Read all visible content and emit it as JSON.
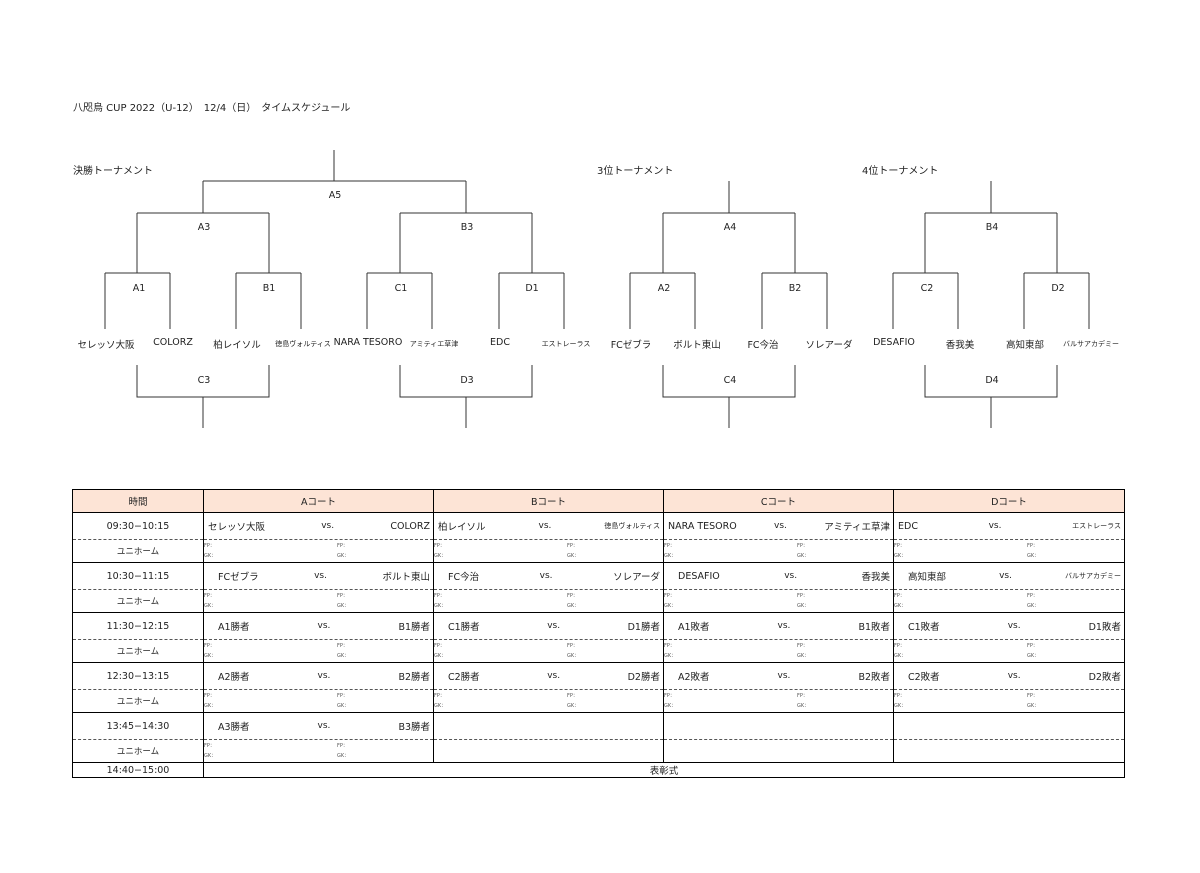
{
  "title": "八咫烏 CUP 2022（U-12）　12/4（日）　タイムスケジュール",
  "sections": {
    "final": "決勝トーナメント",
    "third": "3位トーナメント",
    "fourth": "4位トーナメント"
  },
  "bracket_labels": {
    "A5": "A5",
    "A3": "A3",
    "B3": "B3",
    "A4": "A4",
    "B4": "B4",
    "A1": "A1",
    "B1": "B1",
    "C1": "C1",
    "D1": "D1",
    "A2": "A2",
    "B2": "B2",
    "C2": "C2",
    "D2": "D2",
    "C3": "C3",
    "D3": "D3",
    "C4": "C4",
    "D4": "D4"
  },
  "teams": [
    "セレッソ大阪",
    "COLORZ",
    "柏レイソル",
    "徳島ヴォルティス",
    "NARA TESORO",
    "アミティエ草津",
    "EDC",
    "エストレーラス",
    "FCゼブラ",
    "ボルト東山",
    "FC今治",
    "ソレアーダ",
    "DESAFIO",
    "香我美",
    "高知東部",
    "バルサアカデミー"
  ],
  "table": {
    "headers": [
      "時間",
      "Aコート",
      "Bコート",
      "Cコート",
      "Dコート"
    ],
    "vs": "vs.",
    "uniform_label": "ユニホーム",
    "fp": "FP：",
    "gk": "GK：",
    "rows": [
      {
        "time": "09:30−10:15",
        "matches": [
          {
            "home": "セレッソ大阪",
            "away": "COLORZ"
          },
          {
            "home": "柏レイソル",
            "away": "徳島ヴォルティス"
          },
          {
            "home": "NARA TESORO",
            "away": "アミティエ草津"
          },
          {
            "home": "EDC",
            "away": "エストレーラス"
          }
        ]
      },
      {
        "time": "10:30−11:15",
        "matches": [
          {
            "home": "FCゼブラ",
            "away": "ボルト東山"
          },
          {
            "home": "FC今治",
            "away": "ソレアーダ"
          },
          {
            "home": "DESAFIO",
            "away": "香我美"
          },
          {
            "home": "高知東部",
            "away": "バルサアカデミー"
          }
        ]
      },
      {
        "time": "11:30−12:15",
        "matches": [
          {
            "home": "A1勝者",
            "away": "B1勝者"
          },
          {
            "home": "C1勝者",
            "away": "D1勝者"
          },
          {
            "home": "A1敗者",
            "away": "B1敗者"
          },
          {
            "home": "C1敗者",
            "away": "D1敗者"
          }
        ]
      },
      {
        "time": "12:30−13:15",
        "matches": [
          {
            "home": "A2勝者",
            "away": "B2勝者"
          },
          {
            "home": "C2勝者",
            "away": "D2勝者"
          },
          {
            "home": "A2敗者",
            "away": "B2敗者"
          },
          {
            "home": "C2敗者",
            "away": "D2敗者"
          }
        ]
      },
      {
        "time": "13:45−14:30",
        "matches": [
          {
            "home": "A3勝者",
            "away": "B3勝者"
          }
        ]
      }
    ],
    "ceremony_time": "14:40−15:00",
    "ceremony_label": "表彰式"
  }
}
